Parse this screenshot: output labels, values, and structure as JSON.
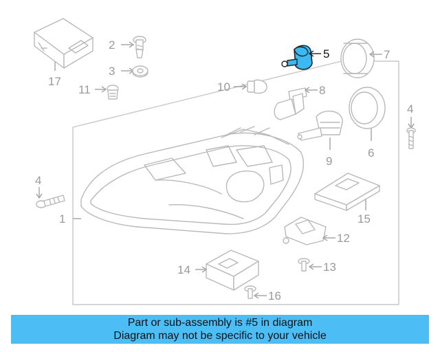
{
  "diagram": {
    "highlight_color": "#3bb9f3",
    "highlighted_part": "5",
    "callouts": [
      {
        "id": "c1",
        "label": "1"
      },
      {
        "id": "c2",
        "label": "2"
      },
      {
        "id": "c3",
        "label": "3"
      },
      {
        "id": "c4a",
        "label": "4"
      },
      {
        "id": "c4b",
        "label": "4"
      },
      {
        "id": "c5",
        "label": "5"
      },
      {
        "id": "c6",
        "label": "6"
      },
      {
        "id": "c7",
        "label": "7"
      },
      {
        "id": "c8",
        "label": "8"
      },
      {
        "id": "c9",
        "label": "9"
      },
      {
        "id": "c10",
        "label": "10"
      },
      {
        "id": "c11",
        "label": "11"
      },
      {
        "id": "c12",
        "label": "12"
      },
      {
        "id": "c13",
        "label": "13"
      },
      {
        "id": "c14",
        "label": "14"
      },
      {
        "id": "c15",
        "label": "15"
      },
      {
        "id": "c16",
        "label": "16"
      },
      {
        "id": "c17",
        "label": "17"
      }
    ]
  },
  "caption": {
    "background_color": "#4cbdf5",
    "line1": "Part or sub-assembly is #5 in diagram",
    "line2": "Diagram may not be specific to your vehicle"
  }
}
